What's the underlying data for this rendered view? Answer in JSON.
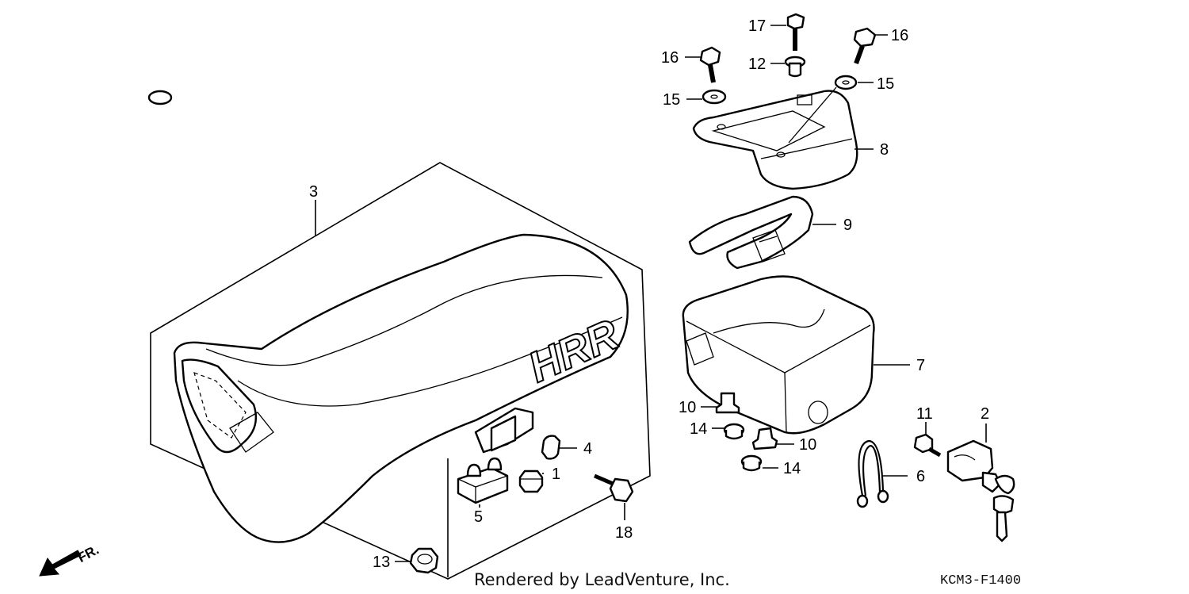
{
  "callouts": {
    "c1": "1",
    "c2": "2",
    "c3": "3",
    "c4": "4",
    "c5": "5",
    "c6": "6",
    "c7": "7",
    "c8": "8",
    "c9": "9",
    "c10a": "10",
    "c10b": "10",
    "c11": "11",
    "c12": "12",
    "c13": "13",
    "c14a": "14",
    "c14b": "14",
    "c15a": "15",
    "c15b": "15",
    "c16a": "16",
    "c16b": "16",
    "c17": "17",
    "c18": "18"
  },
  "direction_label": "FR.",
  "credit": "Rendered by LeadVenture, Inc.",
  "diagram_code": "KCM3-F1400",
  "seat_logo": "HRR"
}
